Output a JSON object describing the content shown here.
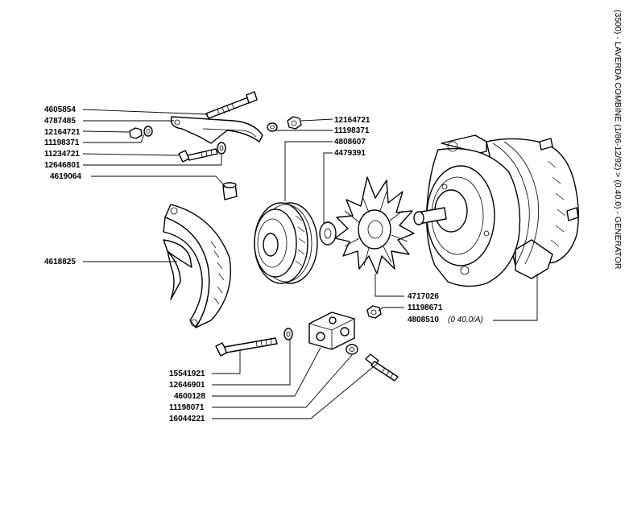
{
  "title": "(3500) - LAVERDA COMBINE (1/86-12/92) > (0.40.0) - GENERATOR",
  "parts": [
    {
      "id": "p1",
      "number": "4605854"
    },
    {
      "id": "p2",
      "number": "4787485"
    },
    {
      "id": "p3",
      "number": "12164721"
    },
    {
      "id": "p4",
      "number": "11198371"
    },
    {
      "id": "p5",
      "number": "11234721"
    },
    {
      "id": "p6",
      "number": "12646801"
    },
    {
      "id": "p7",
      "number": "4619064"
    },
    {
      "id": "p8",
      "number": "12164721"
    },
    {
      "id": "p9",
      "number": "11198371"
    },
    {
      "id": "p10",
      "number": "4808607"
    },
    {
      "id": "p11",
      "number": "4479391"
    },
    {
      "id": "p12",
      "number": "4618825"
    },
    {
      "id": "p13",
      "number": "4717026"
    },
    {
      "id": "p14",
      "number": "11198671"
    },
    {
      "id": "p15",
      "number": "4808510",
      "note": "(0 40.0/A)"
    },
    {
      "id": "p16",
      "number": "15541921"
    },
    {
      "id": "p17",
      "number": "12646901"
    },
    {
      "id": "p18",
      "number": "4600128"
    },
    {
      "id": "p19",
      "number": "11198071"
    },
    {
      "id": "p20",
      "number": "16044221"
    }
  ]
}
